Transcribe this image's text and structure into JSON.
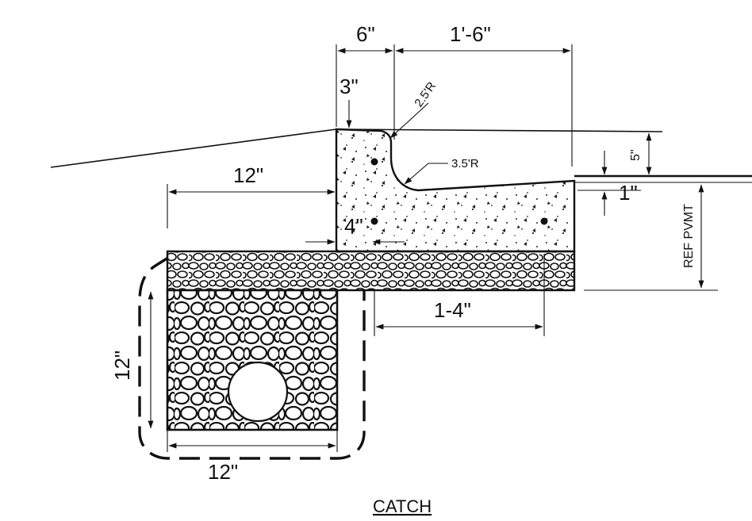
{
  "title": "CATCH",
  "dimensions": {
    "curb_top_width": "6\"",
    "gutter_width": "1'-6\"",
    "top_offset": "3\"",
    "radius_top": "2.5'R",
    "radius_bottom": "3.5'R",
    "curb_height": "5\"",
    "gutter_drop": "1\"",
    "back_width": "12\"",
    "base_offset": "4\"",
    "base_extension": "1-4\"",
    "pavement_label": "REF PVMT",
    "trench_height": "12\"",
    "trench_width": "12\""
  }
}
